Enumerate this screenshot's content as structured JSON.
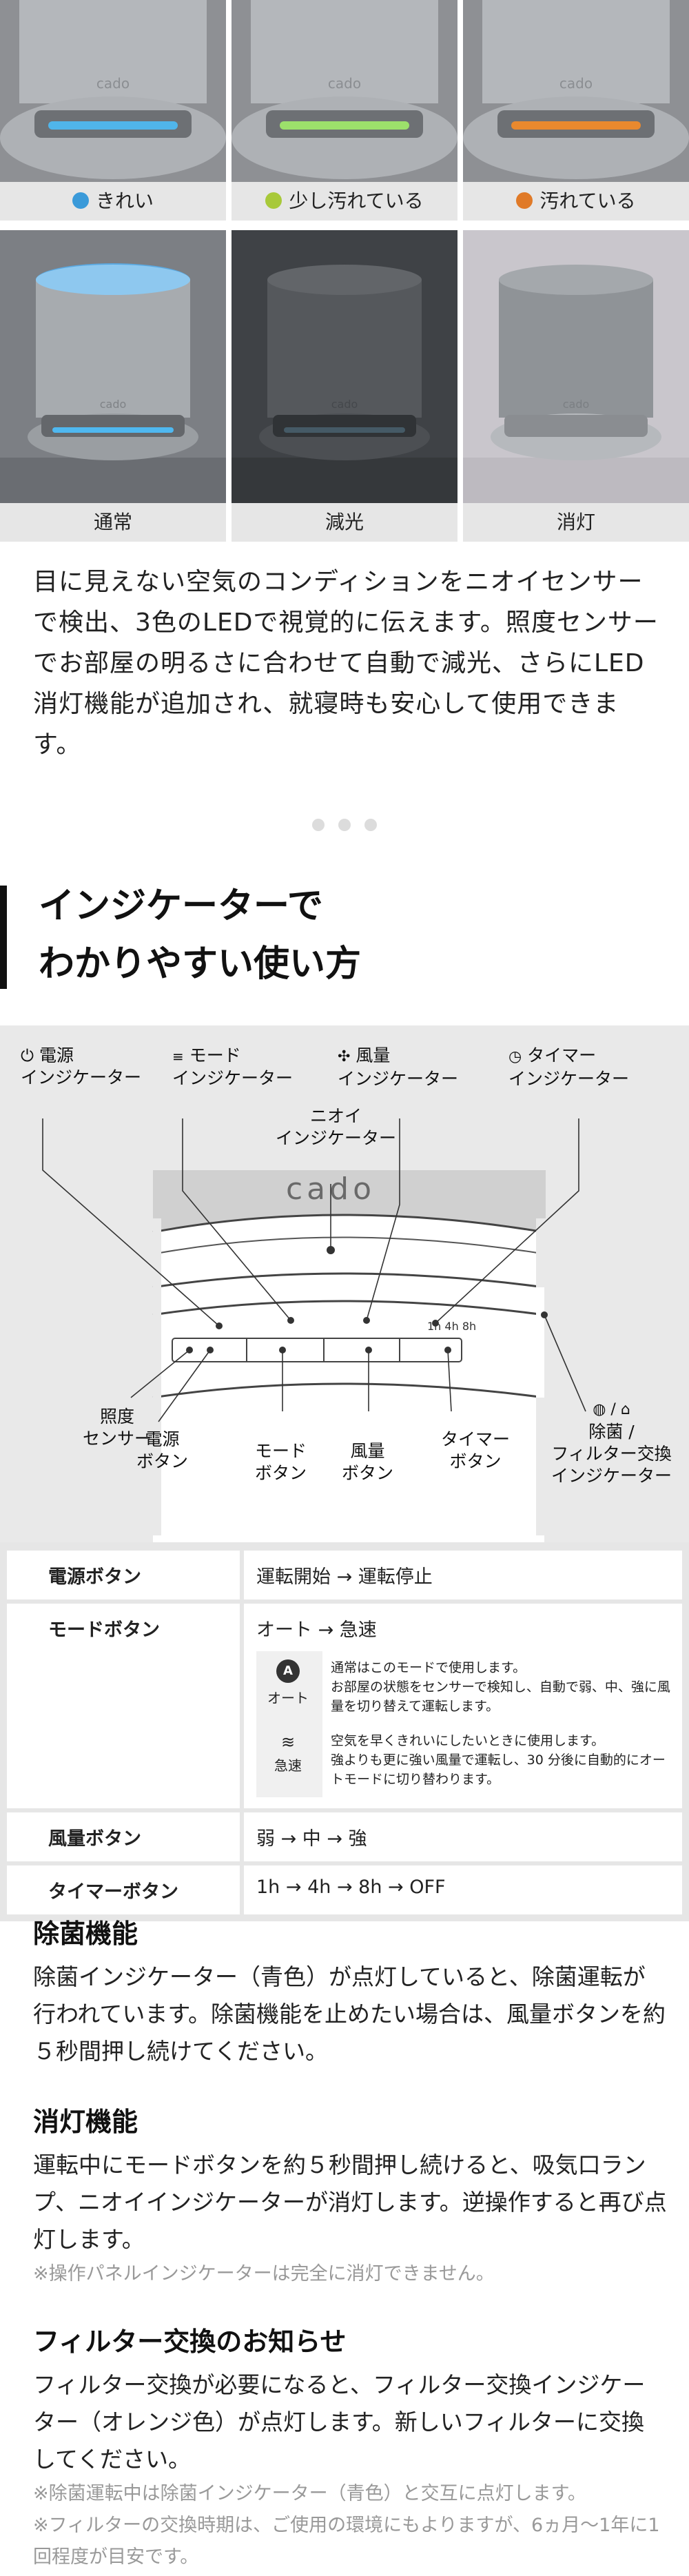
{
  "photos": {
    "top_row": [
      {
        "label": "きれい",
        "dot_color": "#3a9ad9",
        "glow": "#4fb8f0"
      },
      {
        "label": "少し汚れている",
        "dot_color": "#a8c93a",
        "glow": "#9fe66a"
      },
      {
        "label": "汚れている",
        "dot_color": "#e07a28",
        "glow": "#f08a2a"
      }
    ],
    "bottom_row": [
      {
        "label": "通常"
      },
      {
        "label": "減光"
      },
      {
        "label": "消灯"
      }
    ],
    "brand": "cado"
  },
  "intro": {
    "text": "目に見えない空気のコンディションをニオイセンサーで検出、3色のLEDで視覚的に伝えます。照度センサーでお部屋の明るさに合わせて自動で減光、さらにLED消灯機能が追加され、就寝時も安心して使用できます。"
  },
  "section": {
    "title_line1": "インジケーターで",
    "title_line2": "わかりやすい使い方"
  },
  "diagram": {
    "brand": "cado",
    "labels": {
      "power_indicator": "電源\nインジケーター",
      "mode_indicator": "モード\nインジケーター",
      "fan_indicator": "風量\nインジケーター",
      "timer_indicator": "タイマー\nインジケーター",
      "odor_indicator": "ニオイ\nインジケーター",
      "light_sensor": "照度\nセンサー",
      "power_button": "電源\nボタン",
      "mode_button": "モード\nボタン",
      "fan_button": "風量\nボタン",
      "timer_button": "タイマー\nボタン",
      "sterilize_filter_indicator": "除菌 /\nフィルター交換\nインジケーター",
      "timer_marks": "1h 4h 8h"
    }
  },
  "table": {
    "rows": [
      {
        "key": "電源ボタン",
        "value": "運転開始 → 運転停止"
      },
      {
        "key": "モードボタン",
        "value": "オート → 急速",
        "modes": [
          {
            "icon_label": "オート",
            "desc": "通常はこのモードで使用します。\nお部屋の状態をセンサーで検知し、自動で弱、中、強に風量を切り替えて運転します。"
          },
          {
            "icon_label": "急速",
            "desc": "空気を早くきれいにしたいときに使用します。\n強よりも更に強い風量で運転し、30 分後に自動的にオートモードに切り替わります。"
          }
        ]
      },
      {
        "key": "風量ボタン",
        "value": "弱 → 中 → 強"
      },
      {
        "key": "タイマーボタン",
        "value": "1h → 4h → 8h → OFF"
      }
    ]
  },
  "features": [
    {
      "title": "除菌機能",
      "body": "除菌インジケーター（青色）が点灯していると、除菌運転が行われています。除菌機能を止めたい場合は、風量ボタンを約５秒間押し続けてください。",
      "notes": []
    },
    {
      "title": "消灯機能",
      "body": "運転中にモードボタンを約５秒間押し続けると、吸気口ランプ、ニオイインジケーターが消灯します。逆操作すると再び点灯します。",
      "notes": [
        "※操作パネルインジケーターは完全に消灯できません。"
      ]
    },
    {
      "title": "フィルター交換のお知らせ",
      "body": "フィルター交換が必要になると、フィルター交換インジケーター（オレンジ色）が点灯します。新しいフィルターに交換してください。",
      "notes": [
        "※除菌運転中は除菌インジケーター（青色）と交互に点灯します。",
        "※フィルターの交換時期は、ご使用の環境にもよりますが、6ヵ月〜1年に1回程度が目安です。"
      ]
    }
  ]
}
